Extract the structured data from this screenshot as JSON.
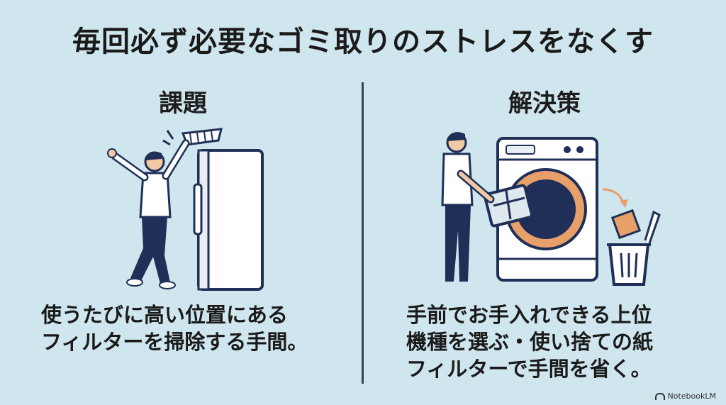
{
  "title": "毎回必ず必要なゴミ取りのストレスをなくす",
  "left": {
    "heading": "課題",
    "caption_lines": [
      "使うたびに高い位置にある",
      "フィルターを掃除する手間。"
    ]
  },
  "right": {
    "heading": "解決策",
    "caption_lines": [
      "手前でお手入れできる上位",
      "機種を選ぶ・使い捨ての紙",
      "フィルターで手間を省く。"
    ]
  },
  "badge": "NotebookLM",
  "colors": {
    "background": "#cfe6ee",
    "navy": "#1f2f57",
    "accent_orange": "#e8a06a"
  }
}
